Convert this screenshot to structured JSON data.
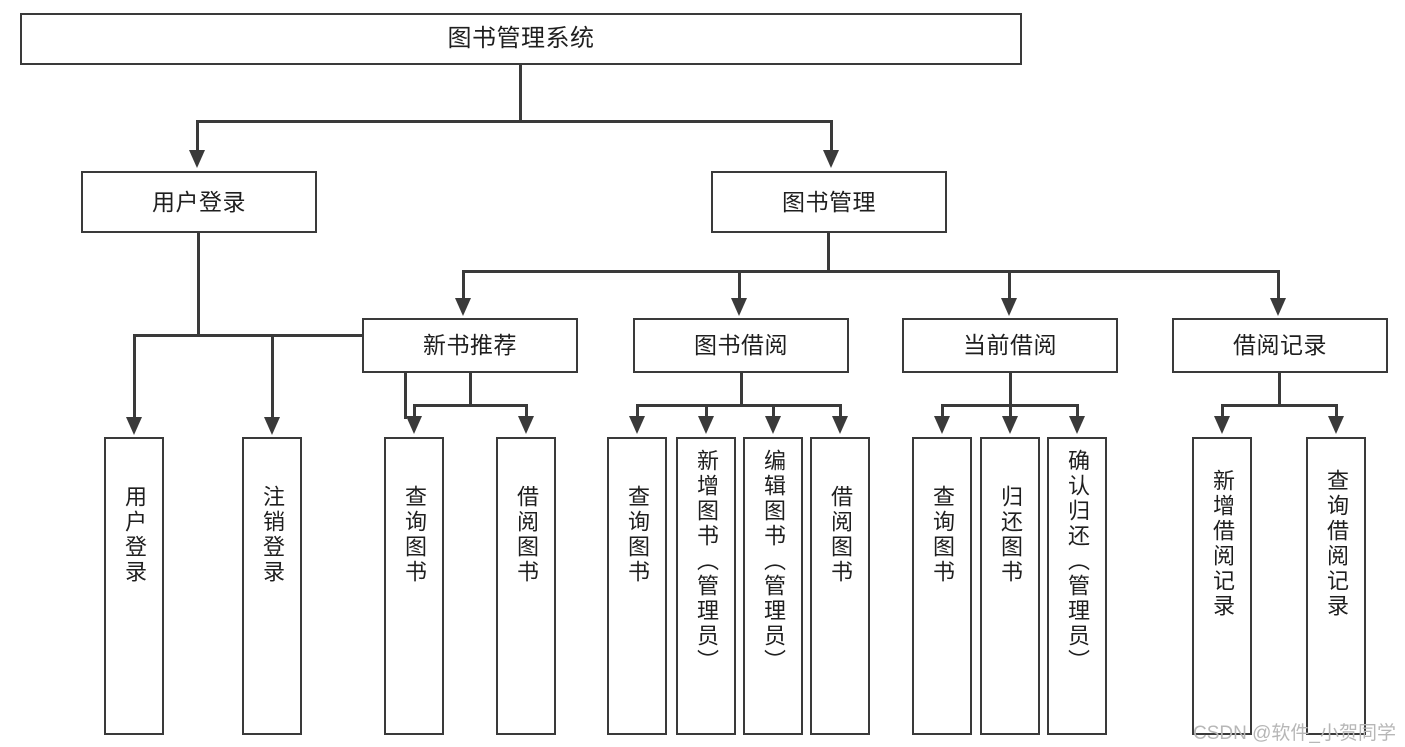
{
  "diagram": {
    "title": "图书管理系统",
    "type": "tree-hierarchy-chart",
    "watermark": "CSDN @软件_小贺同学",
    "colors": {
      "box_border": "#3a3a3a",
      "box_fill": "#ffffff",
      "connector": "#3a3a3a",
      "text": "#1f1f1f",
      "watermark": "#b7b7b7",
      "background": "#ffffff"
    },
    "root": {
      "label": "图书管理系统"
    },
    "level2": [
      {
        "label": "用户登录"
      },
      {
        "label": "图书管理"
      }
    ],
    "level3": [
      {
        "label": "新书推荐"
      },
      {
        "label": "图书借阅"
      },
      {
        "label": "当前借阅"
      },
      {
        "label": "借阅记录"
      }
    ],
    "leaves": {
      "user_login": [
        {
          "label": "用户登录"
        },
        {
          "label": "注销登录"
        }
      ],
      "new_book_recommend": [
        {
          "label": "查询图书"
        },
        {
          "label": "借阅图书"
        }
      ],
      "book_borrow": [
        {
          "label": "查询图书"
        },
        {
          "label": "新增图书（管理员）"
        },
        {
          "label": "编辑图书（管理员）"
        },
        {
          "label": "借阅图书"
        }
      ],
      "current_borrow": [
        {
          "label": "查询图书"
        },
        {
          "label": "归还图书"
        },
        {
          "label": "确认归还（管理员）"
        }
      ],
      "borrow_record": [
        {
          "label": "新增借阅记录"
        },
        {
          "label": "查询借阅记录"
        }
      ]
    }
  }
}
